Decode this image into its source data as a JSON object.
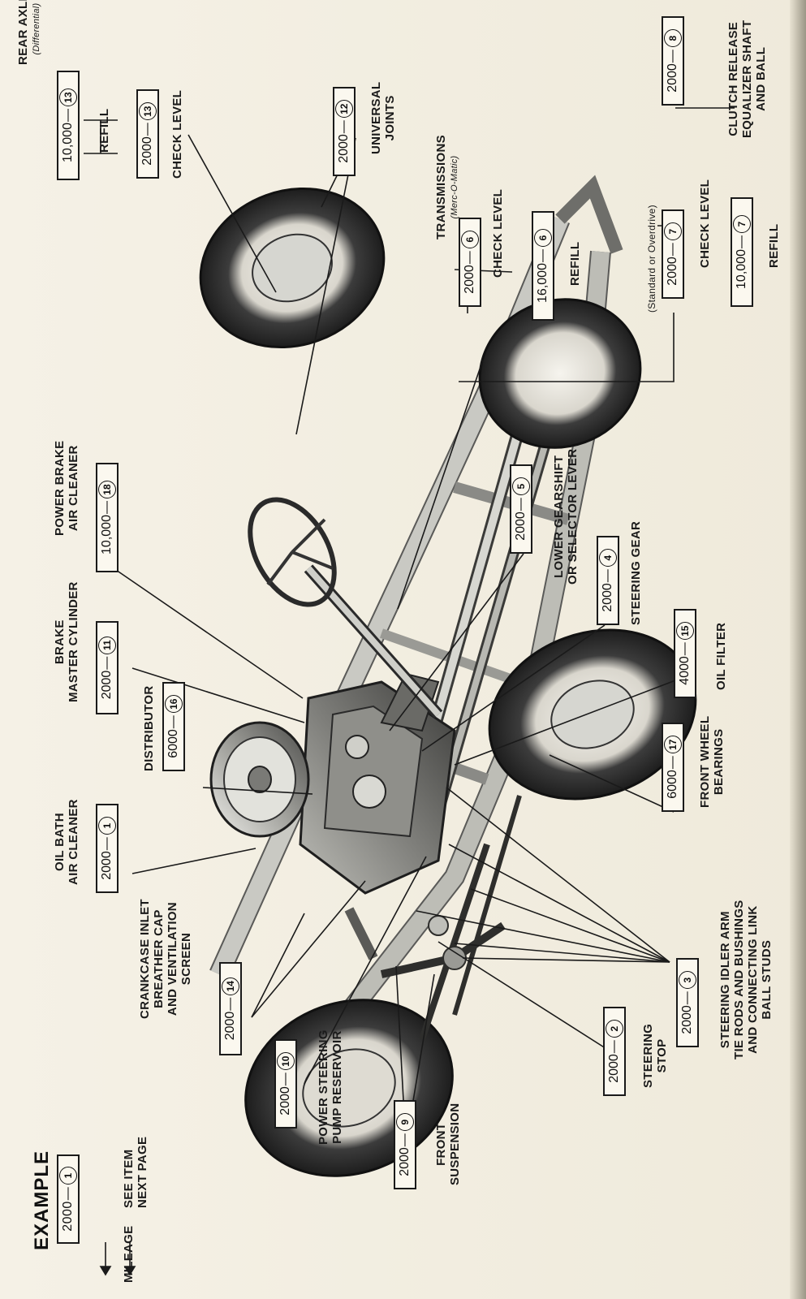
{
  "example": {
    "title": "EXAMPLE",
    "mileage": "2000",
    "number": "1",
    "mileage_label": "MILEAGE",
    "see_label": [
      "SEE ITEM",
      "NEXT PAGE"
    ]
  },
  "callouts": [
    {
      "id": "rear-axle-refill",
      "mileage": "10,000",
      "number": "13",
      "label": [
        "REFILL"
      ]
    },
    {
      "id": "rear-axle-check",
      "mileage": "2000",
      "number": "13",
      "label": [
        "CHECK LEVEL"
      ]
    },
    {
      "id": "universal-joints",
      "mileage": "2000",
      "number": "12",
      "label": [
        "UNIVERSAL",
        "JOINTS"
      ]
    },
    {
      "id": "trans-check",
      "mileage": "2000",
      "number": "6",
      "label": [
        "CHECK LEVEL"
      ]
    },
    {
      "id": "trans-refill",
      "mileage": "16,000",
      "number": "6",
      "label": [
        "REFILL"
      ]
    },
    {
      "id": "std-check",
      "mileage": "2000",
      "number": "7",
      "label": [
        "CHECK LEVEL"
      ]
    },
    {
      "id": "std-refill",
      "mileage": "10,000",
      "number": "7",
      "label": [
        "REFILL"
      ]
    },
    {
      "id": "clutch-release",
      "mileage": "2000",
      "number": "8",
      "label": [
        "CLUTCH RELEASE",
        "EQUALIZER SHAFT",
        "AND BALL"
      ]
    },
    {
      "id": "power-brake",
      "mileage": "10,000",
      "number": "18",
      "label": [
        "POWER BRAKE",
        "AIR CLEANER"
      ]
    },
    {
      "id": "brake-master",
      "mileage": "2000",
      "number": "11",
      "label": [
        "BRAKE",
        "MASTER CYLINDER"
      ]
    },
    {
      "id": "gearshift",
      "mileage": "2000",
      "number": "5",
      "label": [
        "LOWER GEARSHIFT",
        "OR SELECTOR LEVER"
      ]
    },
    {
      "id": "steering-gear",
      "mileage": "2000",
      "number": "4",
      "label": [
        "STEERING GEAR"
      ]
    },
    {
      "id": "distributor",
      "mileage": "6000",
      "number": "16",
      "label": [
        "DISTRIBUTOR"
      ]
    },
    {
      "id": "oil-filter",
      "mileage": "4000",
      "number": "15",
      "label": [
        "OIL FILTER"
      ]
    },
    {
      "id": "oil-bath",
      "mileage": "2000",
      "number": "1",
      "label": [
        "OIL BATH",
        "AIR CLEANER"
      ]
    },
    {
      "id": "front-wheel",
      "mileage": "6000",
      "number": "17",
      "label": [
        "FRONT WHEEL",
        "BEARINGS"
      ]
    },
    {
      "id": "crankcase",
      "mileage": "2000",
      "number": "14",
      "label": [
        "CRANKCASE INLET",
        "BREATHER CAP",
        "AND VENTILATION",
        "SCREEN"
      ]
    },
    {
      "id": "steering-idler",
      "mileage": "2000",
      "number": "3",
      "label": [
        "STEERING IDLER ARM",
        "TIE RODS AND BUSHINGS",
        "AND CONNECTING LINK",
        "BALL STUDS"
      ]
    },
    {
      "id": "power-steering",
      "mileage": "2000",
      "number": "10",
      "label": [
        "POWER STEERING",
        "PUMP RESERVOIR"
      ]
    },
    {
      "id": "steering-stop",
      "mileage": "2000",
      "number": "2",
      "label": [
        "STEERING",
        "STOP"
      ]
    },
    {
      "id": "front-suspension",
      "mileage": "2000",
      "number": "9",
      "label": [
        "FRONT",
        "SUSPENSION"
      ]
    }
  ],
  "group_labels": {
    "rear_axle": [
      "REAR AXLE",
      "(Differential)"
    ],
    "transmissions": [
      "TRANSMISSIONS",
      "(Merc-O-Matic)"
    ],
    "standard": "(Standard or Overdrive)"
  }
}
